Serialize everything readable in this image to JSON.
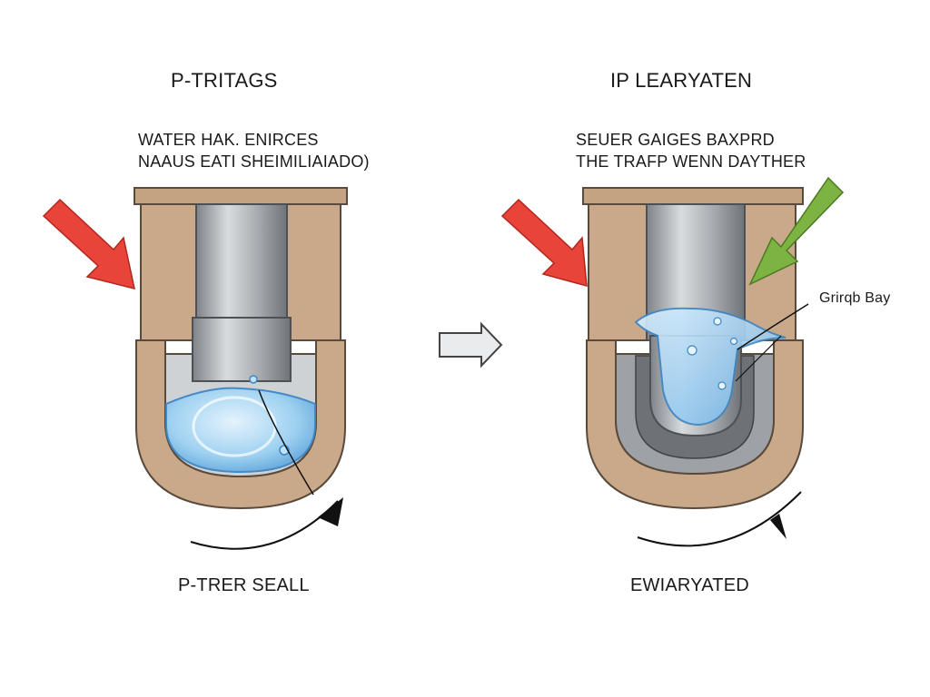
{
  "left_panel": {
    "title": "P-TRITAGS",
    "caption_lines": [
      "WATER HAK. ENIRCES",
      "NAAUS EATI SHEIMILIAIADO)"
    ],
    "footer": "P-TRER SEALL",
    "arrow_color": "#e8443a"
  },
  "right_panel": {
    "title": "IP LEARYATEN",
    "caption_lines": [
      "SEUER GAIGES BAXPRD",
      "THE TRAFP WENN DAYTHER"
    ],
    "callout": "Grirqb Bay",
    "footer": "EWIARYATED",
    "arrow_color": "#e8443a",
    "second_arrow_color": "#7cb342"
  },
  "colors": {
    "trap_wall": "#c9a98a",
    "trap_outline": "#5a4a3c",
    "pipe": "#a9adb1",
    "water": "#8fc8ef"
  },
  "icons": {
    "transition": "right-arrow-icon"
  }
}
